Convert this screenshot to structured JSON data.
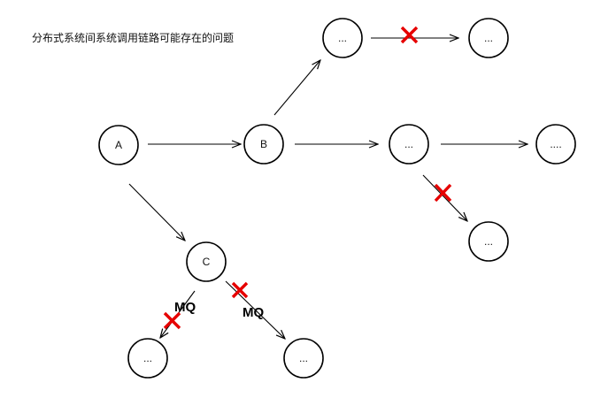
{
  "title": "分布式系统间系统调用链路可能存在的问题",
  "colors": {
    "node_stroke": "#000000",
    "edge": "#000000",
    "failure_mark": "#e60000"
  },
  "nodes": [
    {
      "id": "A",
      "label": "A"
    },
    {
      "id": "B",
      "label": "B"
    },
    {
      "id": "C",
      "label": "C"
    },
    {
      "id": "N1",
      "label": "..."
    },
    {
      "id": "N2",
      "label": "..."
    },
    {
      "id": "N3",
      "label": "..."
    },
    {
      "id": "N4",
      "label": "...."
    },
    {
      "id": "N5",
      "label": "..."
    },
    {
      "id": "N6",
      "label": "..."
    },
    {
      "id": "N7",
      "label": "..."
    }
  ],
  "edges": [
    {
      "from": "A",
      "to": "B",
      "failed": false
    },
    {
      "from": "A",
      "to": "C",
      "failed": false
    },
    {
      "from": "B",
      "to": "N1",
      "failed": false
    },
    {
      "from": "N1",
      "to": "N2",
      "failed": true
    },
    {
      "from": "B",
      "to": "N3",
      "failed": false
    },
    {
      "from": "N3",
      "to": "N4",
      "failed": false
    },
    {
      "from": "N3",
      "to": "N5",
      "failed": true
    },
    {
      "from": "C",
      "to": "N6",
      "failed": true,
      "label": "MQ"
    },
    {
      "from": "C",
      "to": "N7",
      "failed": true,
      "label": "MQ"
    }
  ]
}
